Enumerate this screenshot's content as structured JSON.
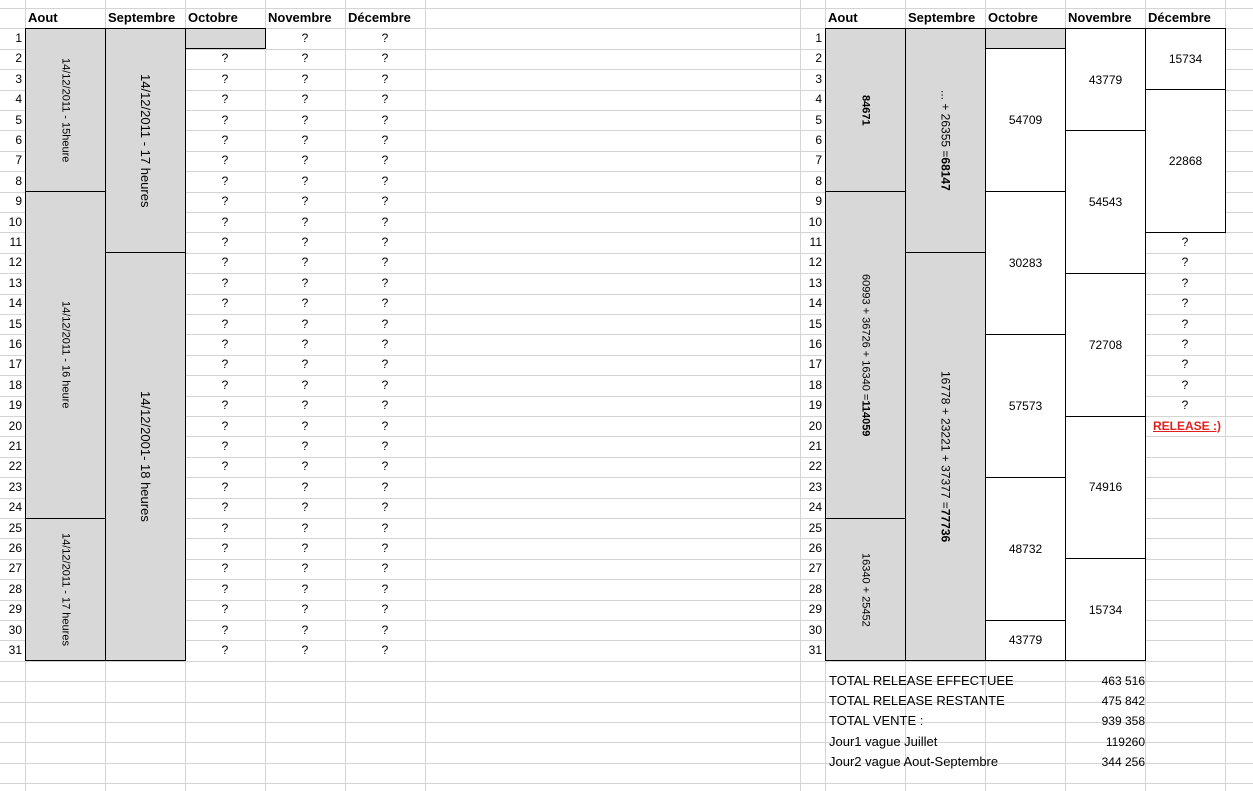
{
  "months": [
    "Aout",
    "Septembre",
    "Octobre",
    "Novembre",
    "Décembre"
  ],
  "question": "?",
  "left": {
    "aout_blocks": [
      "14/12/2011 - 15heure",
      "14/12/2011 - 16 heure",
      "14/12/2011 - 17 heures"
    ],
    "sept_blocks": [
      "14/12/2011 - 17 heures",
      "14/12/2001- 18 heures"
    ]
  },
  "right": {
    "aout_blocks": [
      {
        "plain": "",
        "bold": "84671"
      },
      {
        "plain": "60993 + 36726 + 16340 =",
        "bold": "114059"
      },
      {
        "plain": "16340 + 25452",
        "bold": ""
      }
    ],
    "sept_blocks": [
      {
        "plain": "... + 26355 =",
        "bold": "68147"
      },
      {
        "plain": "16778 + 23221 + 37377 =",
        "bold": "77736"
      }
    ],
    "oct_blocks": [
      "",
      "54709",
      "30283",
      "57573",
      "48732",
      "43779"
    ],
    "nov_blocks": [
      "43779",
      "54543",
      "72708",
      "74916",
      "15734"
    ],
    "dec_blocks": [
      "15734",
      "22868"
    ],
    "release": "RELEASE :)"
  },
  "totals": [
    {
      "label": "TOTAL RELEASE EFFECTUEE",
      "value": "463 516"
    },
    {
      "label": "TOTAL RELEASE RESTANTE",
      "value": "475 842"
    },
    {
      "label": "TOTAL VENTE :",
      "value": "939 358"
    },
    {
      "label": "Jour1  vague Juillet",
      "value": "119260"
    },
    {
      "label": "Jour2 vague Aout-Septembre",
      "value": "344 256"
    }
  ]
}
